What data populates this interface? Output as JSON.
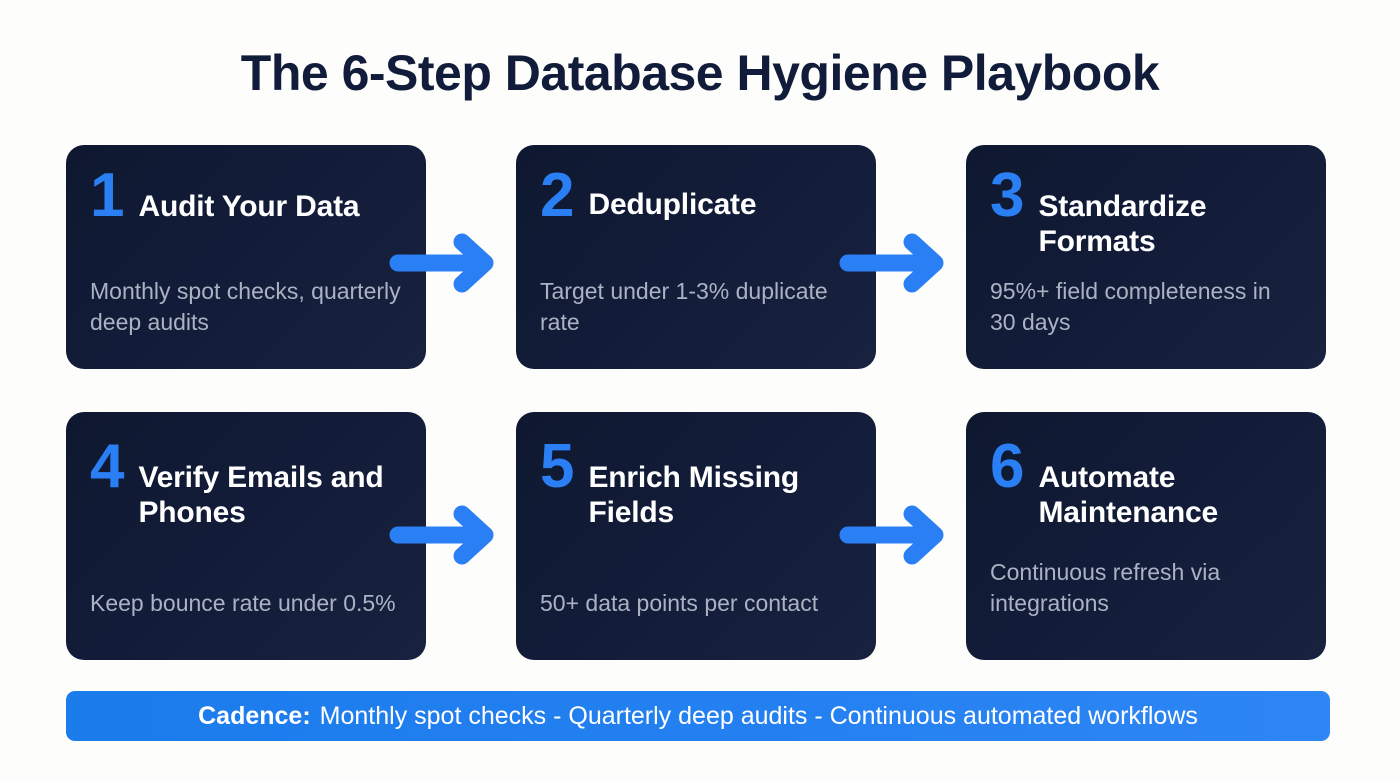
{
  "title": "The 6-Step Database Hygiene Playbook",
  "colors": {
    "background": "#fdfdfb",
    "title_text": "#111c3a",
    "card_bg_start": "#0f1830",
    "card_bg_end": "#18223f",
    "accent_blue": "#2b7ff5",
    "card_title_text": "#ffffff",
    "card_desc_text": "#aab3c3",
    "banner_bg": "#1e7bed",
    "banner_text": "#ffffff"
  },
  "steps": [
    {
      "number": "1",
      "title": "Audit Your Data",
      "description": "Monthly spot checks, quarterly deep audits"
    },
    {
      "number": "2",
      "title": "Deduplicate",
      "description": "Target under 1-3% duplicate rate"
    },
    {
      "number": "3",
      "title": "Standardize Formats",
      "description": "95%+ field completeness in 30 days"
    },
    {
      "number": "4",
      "title": "Verify Emails and Phones",
      "description": "Keep bounce rate under 0.5%"
    },
    {
      "number": "5",
      "title": "Enrich Missing Fields",
      "description": "50+ data points per contact"
    },
    {
      "number": "6",
      "title": "Automate Maintenance",
      "description": "Continuous refresh via integrations"
    }
  ],
  "arrows": [
    {
      "name": "arrow-step1-to-step2",
      "icon": "arrow-right-icon"
    },
    {
      "name": "arrow-step2-to-step3",
      "icon": "arrow-right-icon"
    },
    {
      "name": "arrow-step4-to-step5",
      "icon": "arrow-right-icon"
    },
    {
      "name": "arrow-step5-to-step6",
      "icon": "arrow-right-icon"
    }
  ],
  "cadence": {
    "label": "Cadence:",
    "text": "Monthly spot checks - Quarterly deep audits - Continuous automated workflows"
  }
}
